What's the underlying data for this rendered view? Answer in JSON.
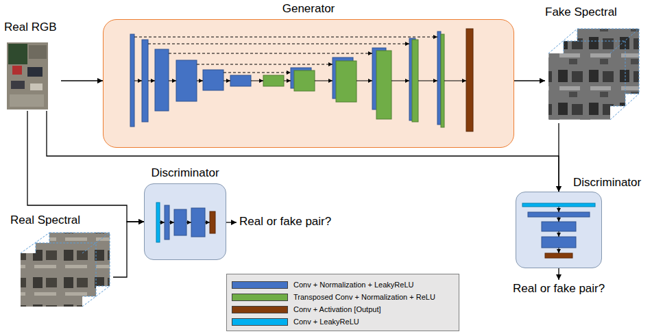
{
  "diagram": {
    "nodes": [
      {
        "text": [
          "Real RGB"
        ]
      },
      {
        "text": [
          "Generator"
        ]
      },
      {
        "text": [
          "Fake Spectral"
        ]
      },
      {
        "text": [
          "Discriminator"
        ]
      },
      {
        "text": [
          "Real Spectral"
        ]
      },
      {
        "text": [
          "Discriminator"
        ]
      }
    ],
    "edges": [
      {
        "from": 0,
        "to": 1,
        "arrow": "to"
      },
      {
        "from": 1,
        "to": 2,
        "arrow": "to"
      },
      {
        "from": 0,
        "to": 3,
        "arrow": "to"
      },
      {
        "from": 4,
        "to": 3,
        "arrow": "to"
      },
      {
        "from": 0,
        "to": 5,
        "arrow": "to"
      },
      {
        "from": 2,
        "to": 5,
        "arrow": "to"
      }
    ],
    "labels": [
      "Real or fake pair?",
      "Real or fake pair?"
    ],
    "legend": [
      {
        "text": "Conv + Normalization + LeakyReLU",
        "color": "#4472c4"
      },
      {
        "text": "Transposed Conv + Normalization + ReLU",
        "color": "#70ad47"
      },
      {
        "text": "Conv + Activation [Output]",
        "color": "#843c0c"
      },
      {
        "text": "Conv + LeakyReLU",
        "color": "#00b0f0"
      }
    ]
  }
}
